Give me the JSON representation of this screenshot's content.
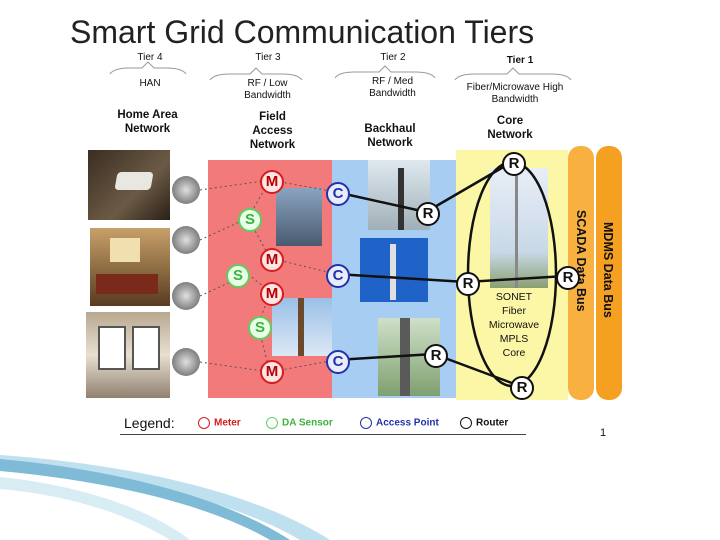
{
  "title": "Smart Grid Communication Tiers",
  "tiers": [
    {
      "label": "Tier 4",
      "desc": "HAN"
    },
    {
      "label": "Tier 3",
      "desc": "RF / Low\nBandwidth"
    },
    {
      "label": "Tier 2",
      "desc": "RF / Med\nBandwidth"
    },
    {
      "label": "Tier 1",
      "desc": "Fiber/Microwave High\nBandwidth"
    }
  ],
  "columns": {
    "han": "Home Area\nNetwork",
    "field": "Field\nAccess\nNetwork",
    "backhaul": "Backhaul\nNetwork",
    "core": "Core\nNetwork"
  },
  "node_letters": {
    "meter": "M",
    "sensor": "S",
    "access_point": "C",
    "router": "R"
  },
  "core_text": "SONET\nFiber\nMicrowave\nMPLS\nCore",
  "buses": {
    "scada": "SCADA Data Bus",
    "mdms": "MDMS Data Bus"
  },
  "legend": {
    "label": "Legend:",
    "meter": "Meter",
    "sensor": "DA Sensor",
    "access_point": "Access Point",
    "router": "Router"
  },
  "page_number": "1",
  "colors": {
    "field_bg": "#f37a7a",
    "backhaul_bg": "#a8cdf2",
    "core_bg": "#fcf7a6",
    "scada_bg": "#f8b040",
    "mdms_bg": "#f5a020",
    "meter": "#d61c1c",
    "sensor": "#5fce5f",
    "access_point": "#2233aa",
    "router": "#111111"
  }
}
